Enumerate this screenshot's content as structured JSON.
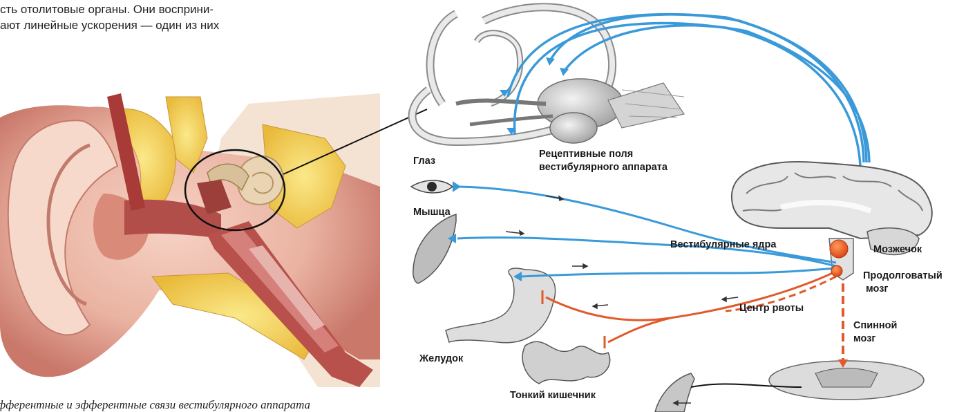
{
  "intro": {
    "line1": "сть отолитовые органы. Они восприни-",
    "line2": "ают линейные ускорения — один из них"
  },
  "caption": "Афферентные и эфферентные связи вестибулярного аппарата",
  "labels": {
    "receptive_fields_line1": "Рецептивные поля",
    "receptive_fields_line2": "вестибулярного аппарата",
    "eye": "Глаз",
    "muscle": "Мышца",
    "vestibular_nuclei": "Вестибулярные ядра",
    "cerebellum": "Мозжечок",
    "medulla_line1": "Продолговатый",
    "medulla_line2": "мозг",
    "vomit_center": "Центр рвоты",
    "spinal_cord_line1": "Спинной",
    "spinal_cord_line2": "мозг",
    "stomach": "Желудок",
    "small_intestine": "Тонкий кишечник"
  },
  "colors": {
    "afferent": "#3a9ad9",
    "efferent": "#e05a2b",
    "nucleus": "#e8541c",
    "text": "#231f20"
  }
}
